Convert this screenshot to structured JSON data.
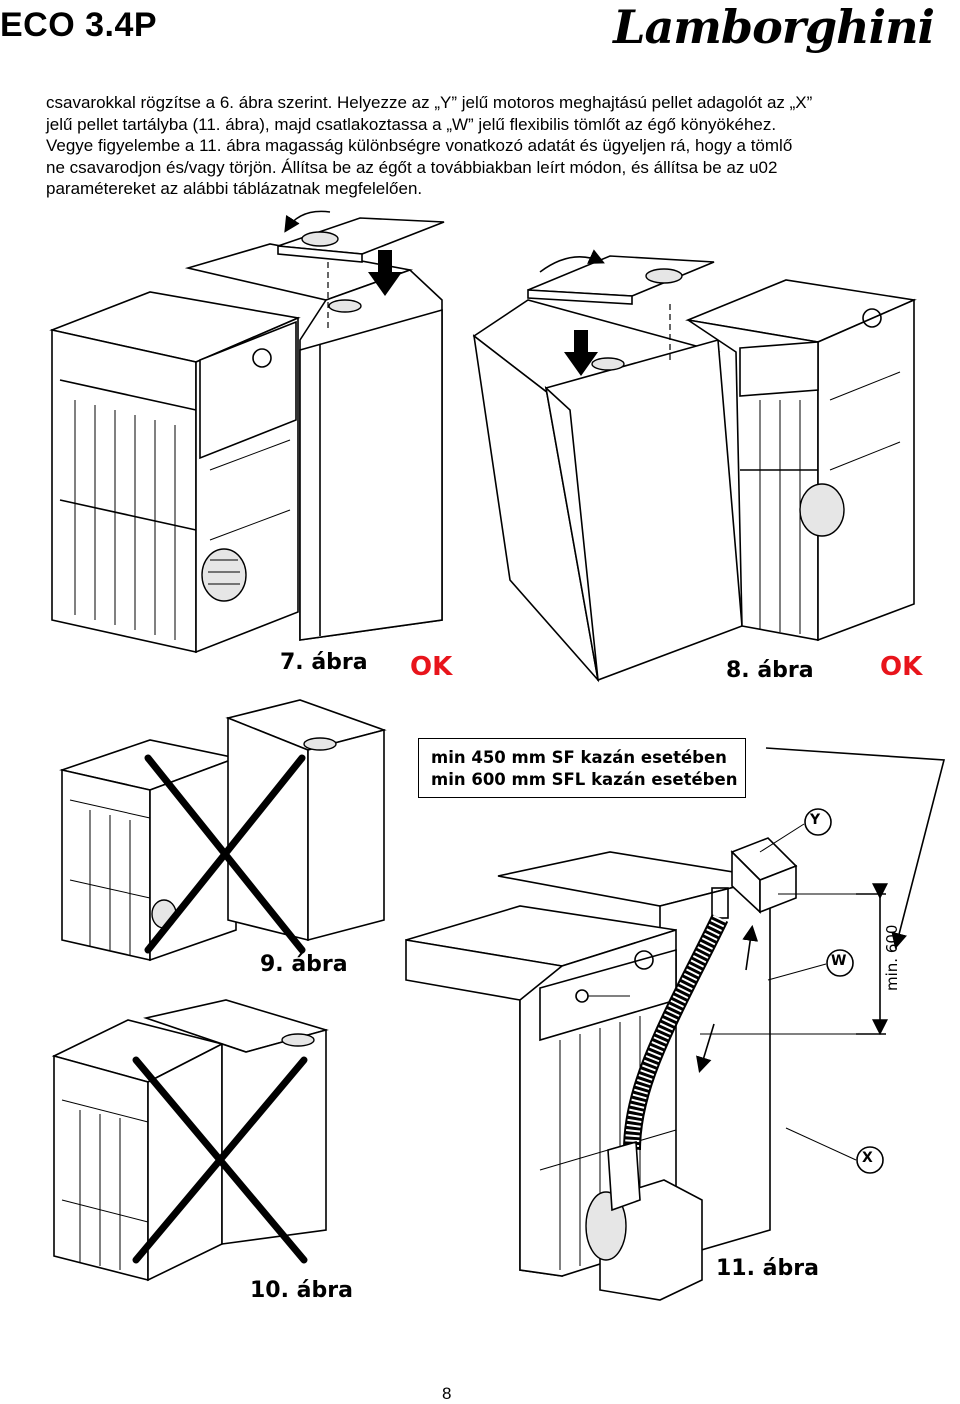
{
  "header": {
    "model": "ECO 3.4P",
    "brand": "Lamborghini"
  },
  "body_lines": [
    "csavarokkal rögzítse a 6. ábra szerint. Helyezze az „Y” jelű motoros meghajtású pellet adagolót az „X”",
    "jelű pellet tartályba (11. ábra), majd csatlakoztassa a „W” jelű flexibilis tömlőt az égő könyökéhez.",
    "Vegye figyelembe a 11. ábra magasság különbségre vonatkozó adatát és ügyeljen rá, hogy a tömlő",
    "ne csavarodjon és/vagy törjön. Állítsa be az égőt a továbbiakban leírt módon, és állítsa be az u02",
    "paramétereket az alábbi táblázatnak megfelelően."
  ],
  "figures": {
    "fig7": {
      "caption": "7. ábra",
      "status": "OK"
    },
    "fig8": {
      "caption": "8. ábra",
      "status": "OK"
    },
    "fig9": {
      "caption": "9. ábra"
    },
    "fig10": {
      "caption": "10. ábra"
    },
    "fig11": {
      "caption": "11. ábra",
      "dimension": "min. 600",
      "labels": {
        "y": "Y",
        "w": "W",
        "x": "X"
      }
    }
  },
  "note": {
    "line1": "min 450 mm SF kazán esetében",
    "line2": "min 600 mm SFL kazán esetében"
  },
  "colors": {
    "ok": "#e8141b",
    "text": "#000000"
  },
  "page_number": "8"
}
